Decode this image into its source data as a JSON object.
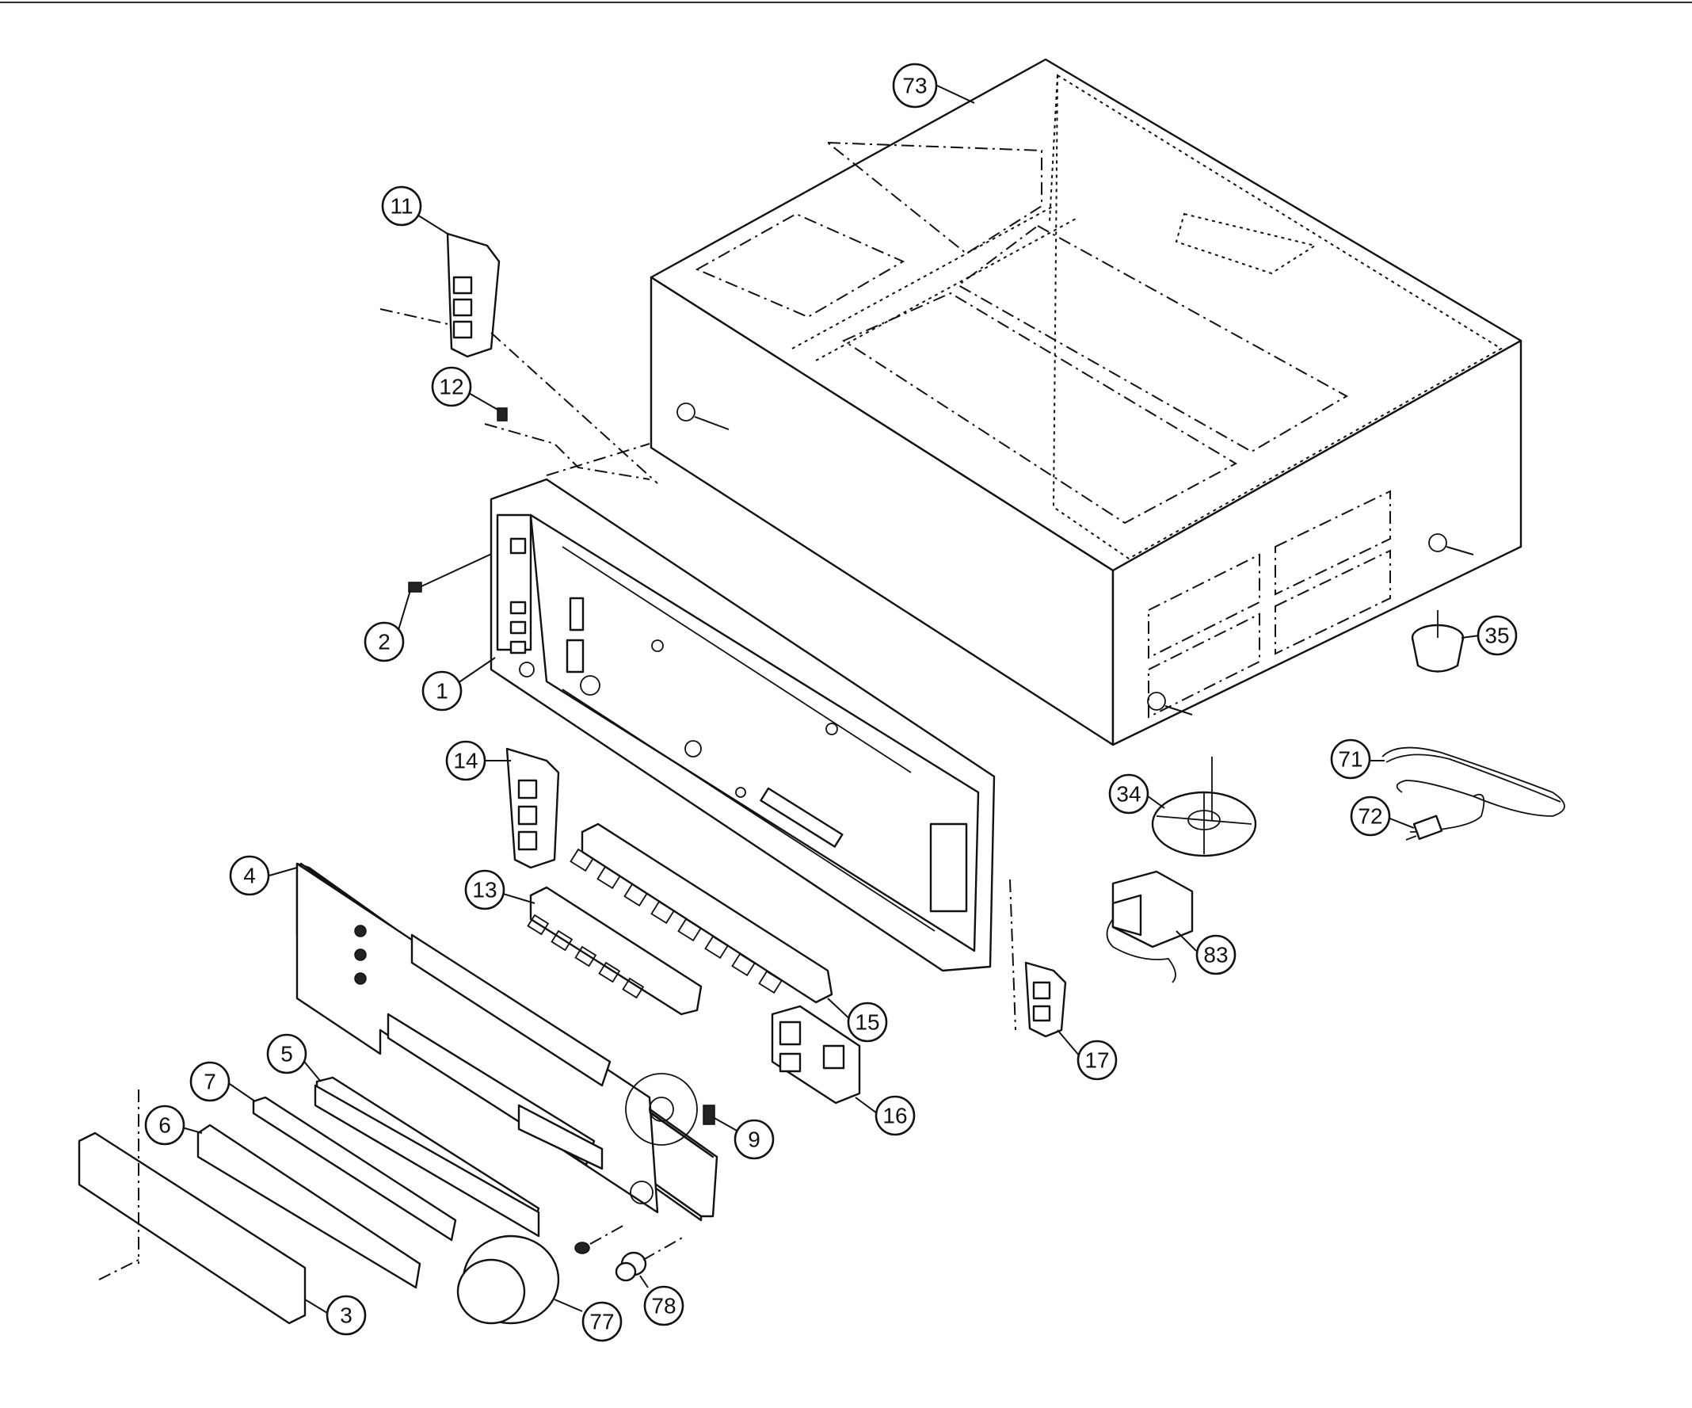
{
  "callouts": [
    {
      "id": "c73",
      "label": "73"
    },
    {
      "id": "c11",
      "label": "11"
    },
    {
      "id": "c12",
      "label": "12"
    },
    {
      "id": "c2",
      "label": "2"
    },
    {
      "id": "c1",
      "label": "1"
    },
    {
      "id": "c14",
      "label": "14"
    },
    {
      "id": "c13",
      "label": "13"
    },
    {
      "id": "c4",
      "label": "4"
    },
    {
      "id": "c5",
      "label": "5"
    },
    {
      "id": "c7",
      "label": "7"
    },
    {
      "id": "c6",
      "label": "6"
    },
    {
      "id": "c3",
      "label": "3"
    },
    {
      "id": "c9",
      "label": "9"
    },
    {
      "id": "c15",
      "label": "15"
    },
    {
      "id": "c16",
      "label": "16"
    },
    {
      "id": "c17",
      "label": "17"
    },
    {
      "id": "c35",
      "label": "35"
    },
    {
      "id": "c34",
      "label": "34"
    },
    {
      "id": "c71",
      "label": "71"
    },
    {
      "id": "c72",
      "label": "72"
    },
    {
      "id": "c83",
      "label": "83"
    },
    {
      "id": "c77",
      "label": "77"
    },
    {
      "id": "c78",
      "label": "78"
    }
  ]
}
